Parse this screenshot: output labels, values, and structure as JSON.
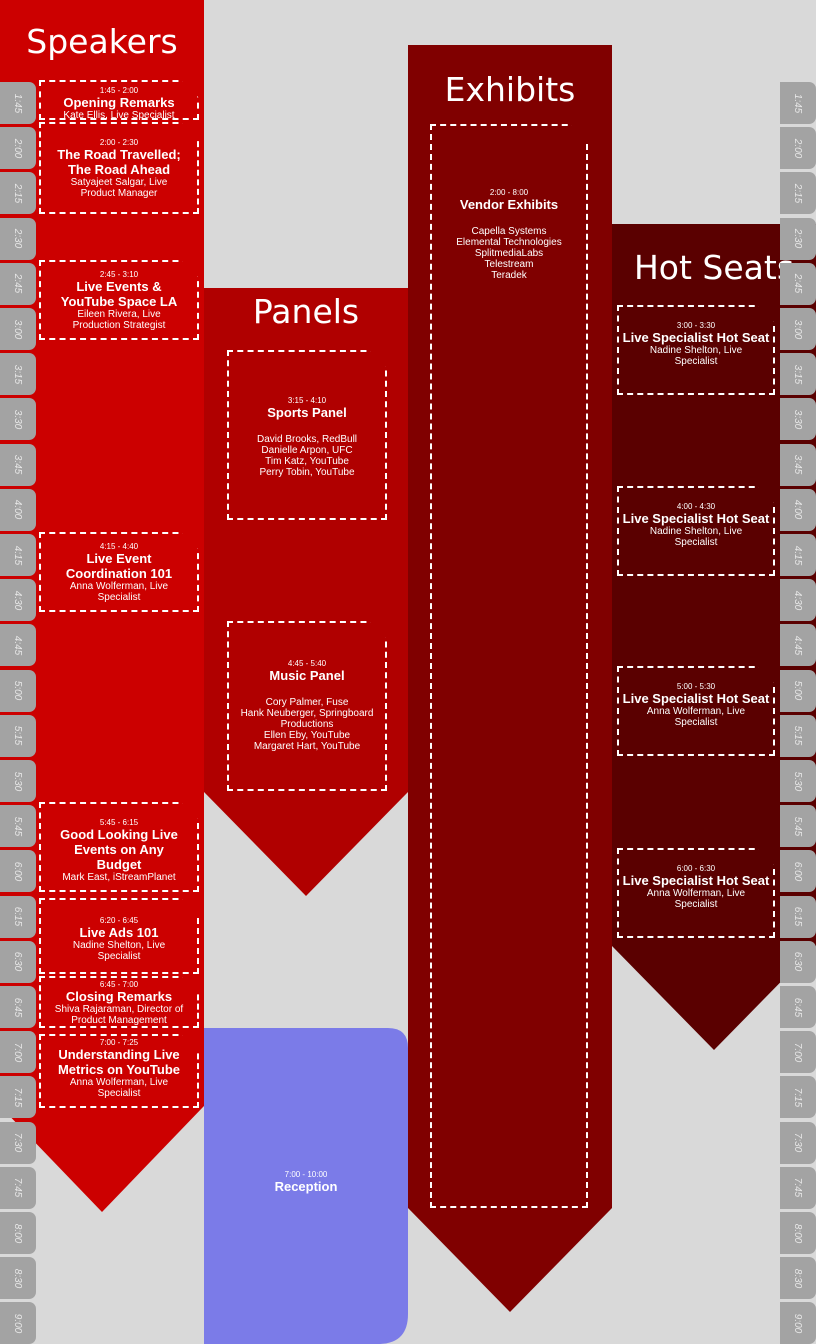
{
  "columns": {
    "speakers": {
      "title": "Speakers",
      "color": "#cc0000"
    },
    "panels": {
      "title": "Panels",
      "color": "#b00000"
    },
    "exhibits": {
      "title": "Exhibits",
      "color": "#800000"
    },
    "hot_seats": {
      "title": "Hot Seats",
      "color": "#5a0000"
    },
    "reception": {
      "time": "7:00 - 10:00",
      "title": "Reception",
      "color": "#7b7be8"
    }
  },
  "speakers": [
    {
      "time": "1:45 - 2:00",
      "title": "Opening Remarks",
      "text": "Kate Ellis, Live Specialist"
    },
    {
      "time": "2:00 - 2:30",
      "title": "The Road Travelled; The Road Ahead",
      "text": "Satyajeet Salgar, Live Product Manager"
    },
    {
      "time": "2:45 - 3:10",
      "title": "Live Events & YouTube Space LA",
      "text": "Eileen Rivera, Live Production Strategist"
    },
    {
      "time": "4:15 - 4:40",
      "title": "Live Event Coordination 101",
      "text": "Anna Wolferman, Live Specialist"
    },
    {
      "time": "5:45 - 6:15",
      "title": "Good Looking Live Events on Any Budget",
      "text": "Mark East, iStreamPlanet"
    },
    {
      "time": "6:20 - 6:45",
      "title": "Live Ads 101",
      "text": "Nadine Shelton, Live Specialist"
    },
    {
      "time": "6:45 - 7:00",
      "title": "Closing Remarks",
      "text": "Shiva Rajaraman, Director of Product Management"
    },
    {
      "time": "7:00 - 7:25",
      "title": "Understanding Live Metrics on YouTube",
      "text": "Anna Wolferman, Live Specialist"
    }
  ],
  "panels": [
    {
      "time": "3:15 - 4:10",
      "title": "Sports Panel",
      "people": [
        "David Brooks, RedBull",
        "Danielle Arpon, UFC",
        "Tim Katz, YouTube",
        "Perry Tobin, YouTube"
      ]
    },
    {
      "time": "4:45 - 5:40",
      "title": "Music Panel",
      "people": [
        "Cory Palmer, Fuse",
        "Hank Neuberger, Springboard Productions",
        "Ellen Eby, YouTube",
        "Margaret Hart, YouTube"
      ]
    }
  ],
  "exhibits": {
    "time": "2:00 - 8:00",
    "title": "Vendor Exhibits",
    "vendors": [
      "Capella Systems",
      "Elemental Technologies",
      "SplitmediaLabs",
      "Telestream",
      "Teradek"
    ]
  },
  "hot_seats": [
    {
      "time": "3:00 - 3:30",
      "title": "Live Specialist Hot Seat",
      "text": "Nadine Shelton, Live Specialist"
    },
    {
      "time": "4:00 - 4:30",
      "title": "Live Specialist Hot Seat",
      "text": "Nadine Shelton, Live Specialist"
    },
    {
      "time": "5:00 - 5:30",
      "title": "Live Specialist Hot Seat",
      "text": "Anna Wolferman, Live Specialist"
    },
    {
      "time": "6:00 - 6:30",
      "title": "Live Specialist Hot Seat",
      "text": "Anna Wolferman, Live Specialist"
    }
  ],
  "time_ticks": [
    "1:45",
    "2:00",
    "2:15",
    "2:30",
    "2:45",
    "3:00",
    "3:15",
    "3:30",
    "3:45",
    "4:00",
    "4:15",
    "4:30",
    "4:45",
    "5:00",
    "5:15",
    "5:30",
    "5:45",
    "6:00",
    "6:15",
    "6:30",
    "6:45",
    "7:00",
    "7:15",
    "7:30",
    "7:45",
    "8:00",
    "8:30",
    "9:00"
  ]
}
